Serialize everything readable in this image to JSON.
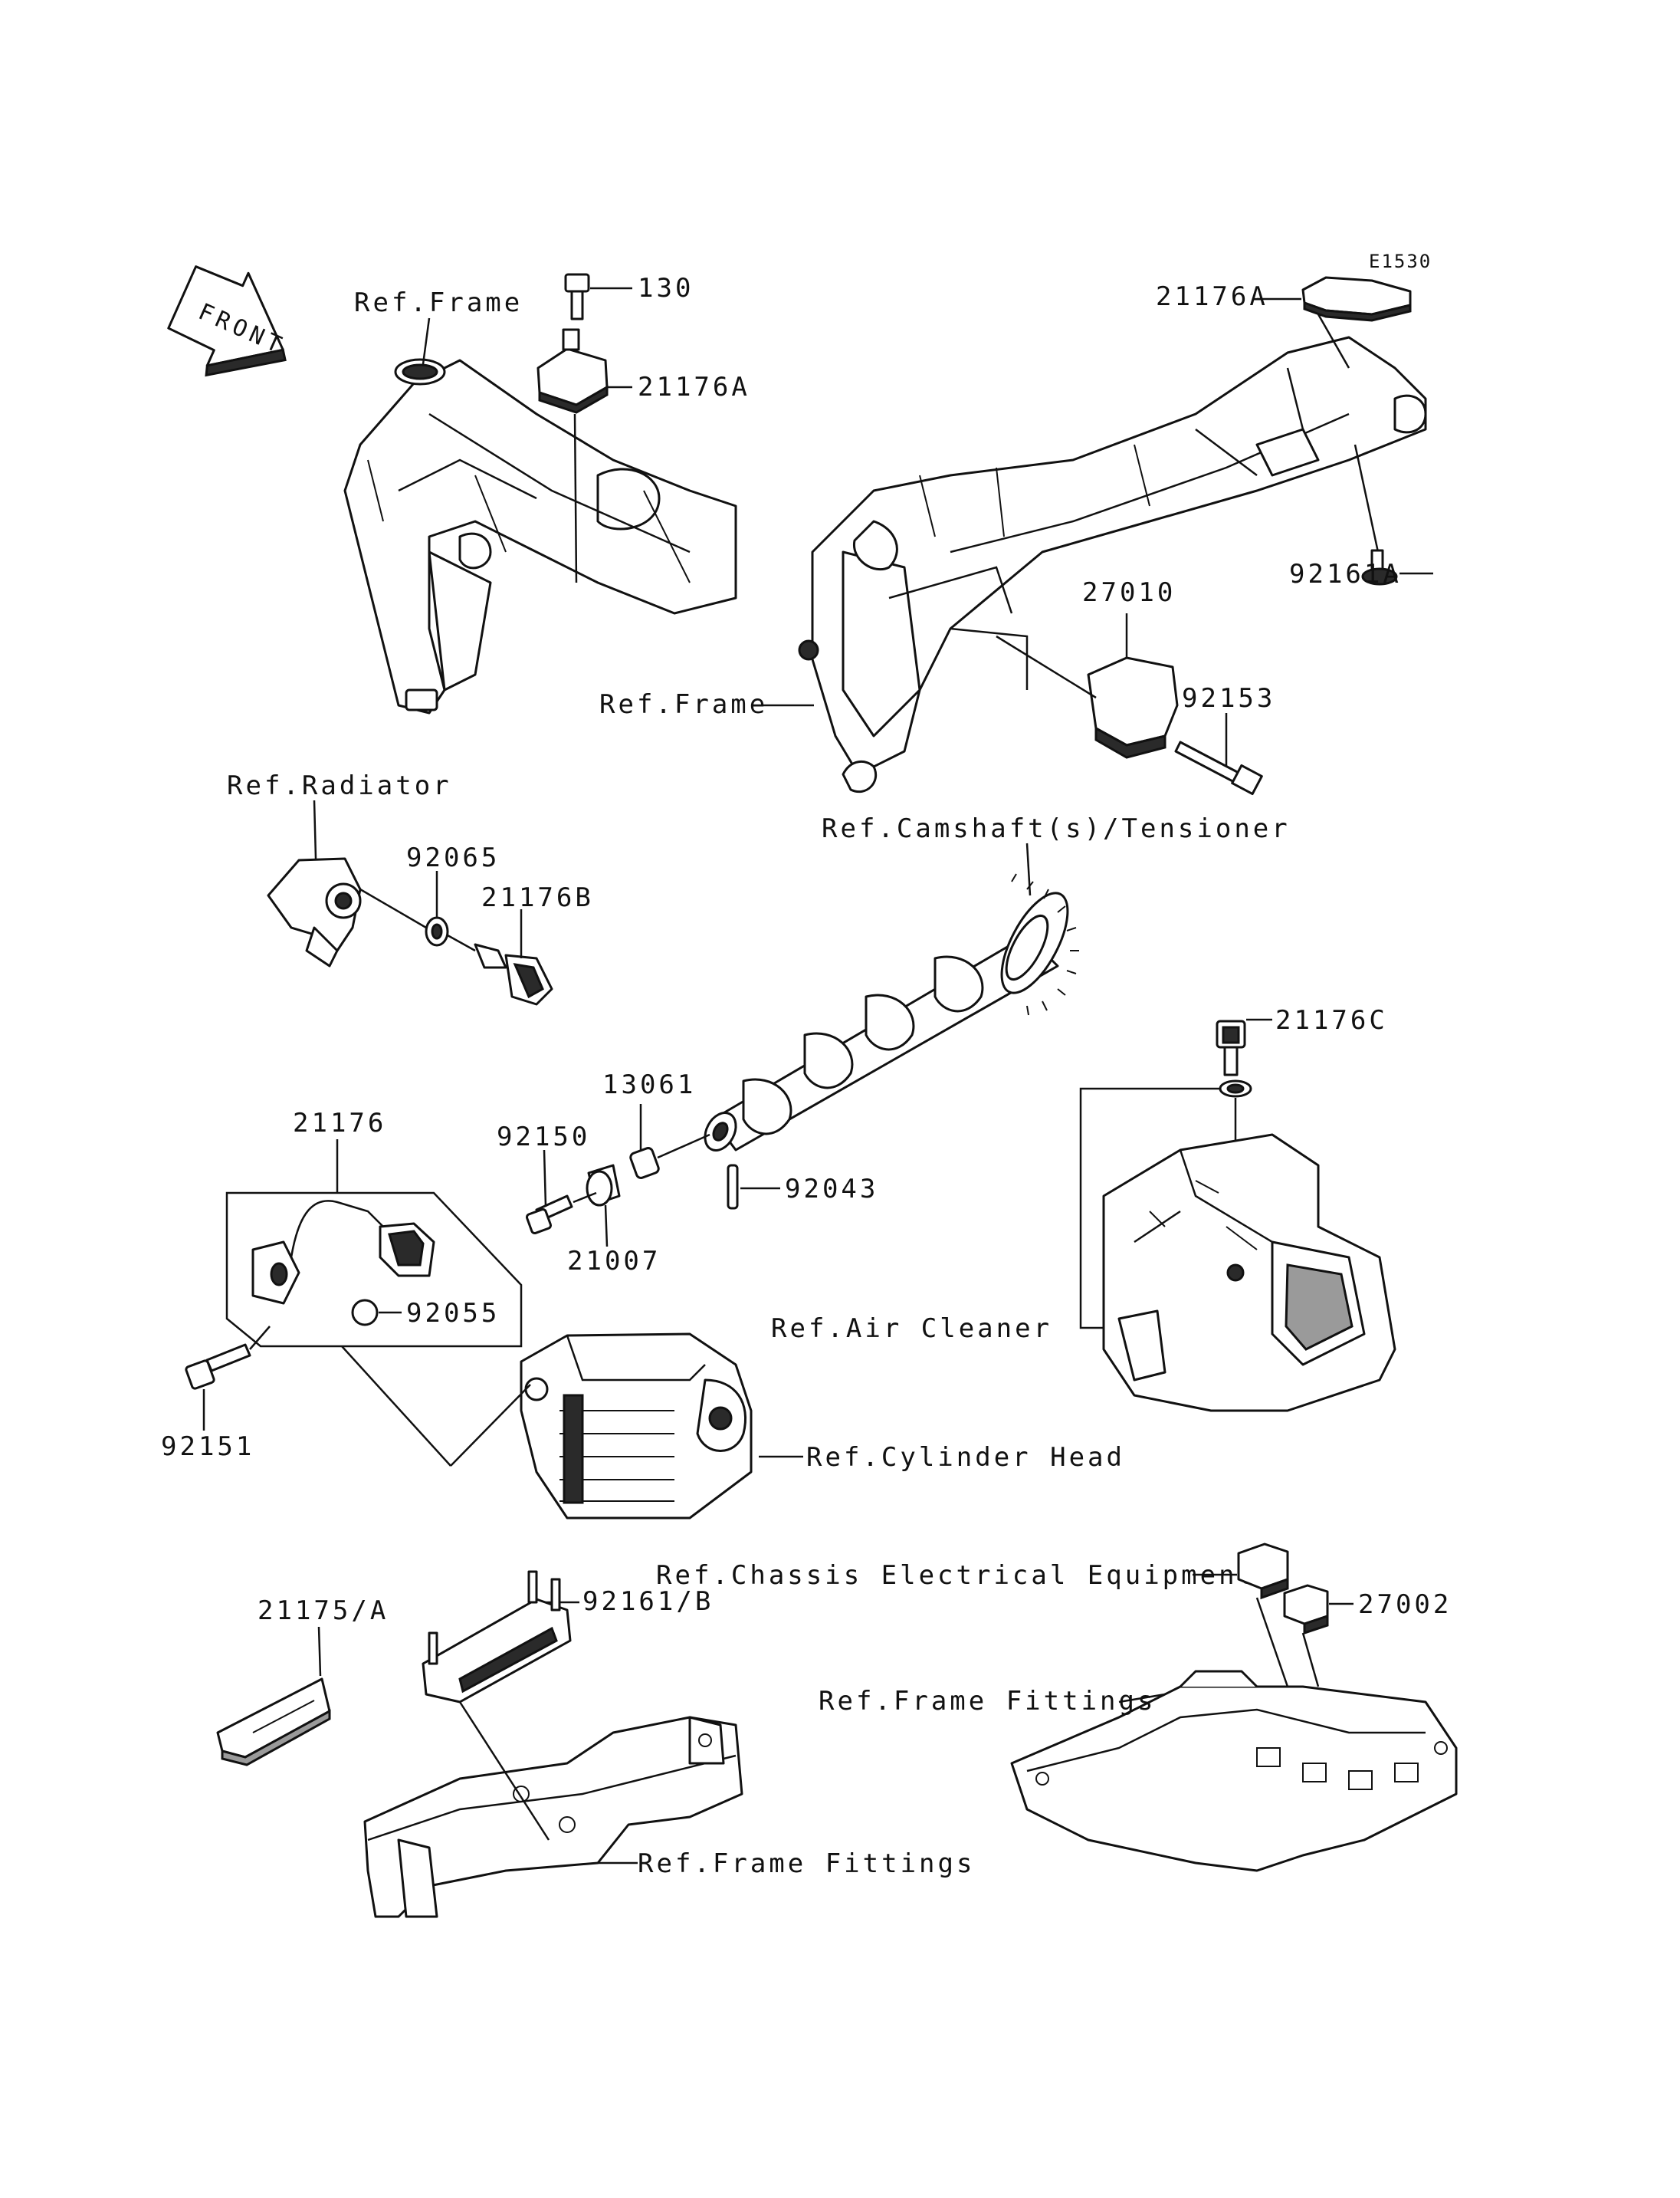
{
  "diagram_code": "E1530",
  "front_label": "FRONT",
  "labels": {
    "p130": "130",
    "p21176A_top": "21176A",
    "p21176A_right": "21176A",
    "ref_frame_left": "Ref.Frame",
    "ref_frame_center": "Ref.Frame",
    "p92161A": "92161A",
    "p27010": "27010",
    "p92153": "92153",
    "ref_radiator": "Ref.Radiator",
    "p92065": "92065",
    "p21176B": "21176B",
    "ref_camshaft": "Ref.Camshaft(s)/Tensioner",
    "p21176C": "21176C",
    "p13061": "13061",
    "p92150": "92150",
    "p92043": "92043",
    "p21007": "21007",
    "p21176": "21176",
    "p92055": "92055",
    "ref_air_cleaner": "Ref.Air Cleaner",
    "p92151": "92151",
    "ref_cylinder_head": "Ref.Cylinder Head",
    "ref_chassis_electrical": "Ref.Chassis Electrical Equipment",
    "p27002": "27002",
    "p21175A": "21175/A",
    "p92161B": "92161/B",
    "ref_frame_fittings_right": "Ref.Frame Fittings",
    "ref_frame_fittings_bottom": "Ref.Frame Fittings"
  }
}
